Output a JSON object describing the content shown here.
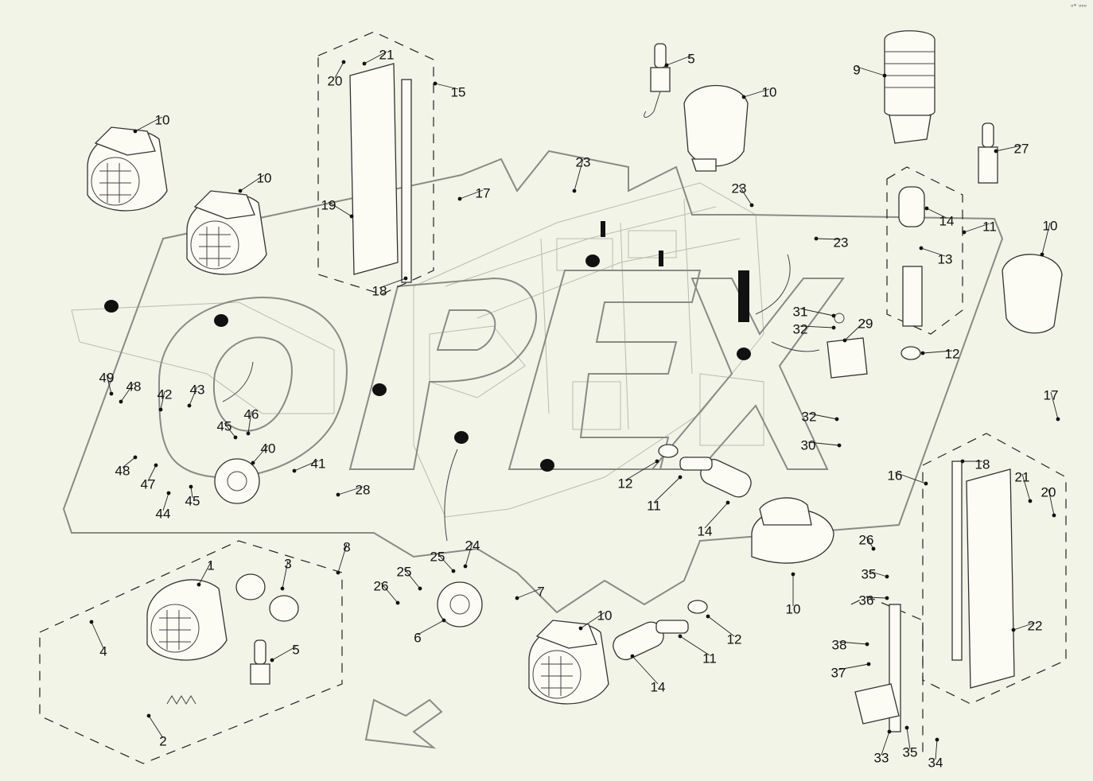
{
  "corner_mark": "ᵒ° ᵒᵒᵒ",
  "watermark": "OPEX",
  "callouts": [
    {
      "n": "1",
      "t": "1"
    },
    {
      "n": "2",
      "t": "2"
    },
    {
      "n": "3",
      "t": "3"
    },
    {
      "n": "4",
      "t": "4"
    },
    {
      "n": "5a",
      "t": "5"
    },
    {
      "n": "5b",
      "t": "5"
    },
    {
      "n": "6",
      "t": "6"
    },
    {
      "n": "7",
      "t": "7"
    },
    {
      "n": "8",
      "t": "8"
    },
    {
      "n": "9",
      "t": "9"
    },
    {
      "n": "10a",
      "t": "10"
    },
    {
      "n": "10b",
      "t": "10"
    },
    {
      "n": "10c",
      "t": "10"
    },
    {
      "n": "10d",
      "t": "10"
    },
    {
      "n": "10e",
      "t": "10"
    },
    {
      "n": "10f",
      "t": "10"
    },
    {
      "n": "11a",
      "t": "11"
    },
    {
      "n": "11b",
      "t": "11"
    },
    {
      "n": "11c",
      "t": "11"
    },
    {
      "n": "12a",
      "t": "12"
    },
    {
      "n": "12b",
      "t": "12"
    },
    {
      "n": "12c",
      "t": "12"
    },
    {
      "n": "13",
      "t": "13"
    },
    {
      "n": "14a",
      "t": "14"
    },
    {
      "n": "14b",
      "t": "14"
    },
    {
      "n": "14c",
      "t": "14"
    },
    {
      "n": "15",
      "t": "15"
    },
    {
      "n": "16",
      "t": "16"
    },
    {
      "n": "17a",
      "t": "17"
    },
    {
      "n": "17b",
      "t": "17"
    },
    {
      "n": "18a",
      "t": "18"
    },
    {
      "n": "18b",
      "t": "18"
    },
    {
      "n": "19",
      "t": "19"
    },
    {
      "n": "20a",
      "t": "20"
    },
    {
      "n": "20b",
      "t": "20"
    },
    {
      "n": "21a",
      "t": "21"
    },
    {
      "n": "21b",
      "t": "21"
    },
    {
      "n": "22",
      "t": "22"
    },
    {
      "n": "23a",
      "t": "23"
    },
    {
      "n": "23b",
      "t": "23"
    },
    {
      "n": "23c",
      "t": "23"
    },
    {
      "n": "24",
      "t": "24"
    },
    {
      "n": "25a",
      "t": "25"
    },
    {
      "n": "25b",
      "t": "25"
    },
    {
      "n": "26a",
      "t": "26"
    },
    {
      "n": "26b",
      "t": "26"
    },
    {
      "n": "27",
      "t": "27"
    },
    {
      "n": "28",
      "t": "28"
    },
    {
      "n": "29",
      "t": "29"
    },
    {
      "n": "30",
      "t": "30"
    },
    {
      "n": "31",
      "t": "31"
    },
    {
      "n": "32a",
      "t": "32"
    },
    {
      "n": "32b",
      "t": "32"
    },
    {
      "n": "33",
      "t": "33"
    },
    {
      "n": "34",
      "t": "34"
    },
    {
      "n": "35a",
      "t": "35"
    },
    {
      "n": "35b",
      "t": "35"
    },
    {
      "n": "36",
      "t": "36"
    },
    {
      "n": "37",
      "t": "37"
    },
    {
      "n": "38",
      "t": "38"
    },
    {
      "n": "40",
      "t": "40"
    },
    {
      "n": "41",
      "t": "41"
    },
    {
      "n": "42",
      "t": "42"
    },
    {
      "n": "43",
      "t": "43"
    },
    {
      "n": "44",
      "t": "44"
    },
    {
      "n": "45a",
      "t": "45"
    },
    {
      "n": "45b",
      "t": "45"
    },
    {
      "n": "46",
      "t": "46"
    },
    {
      "n": "47",
      "t": "47"
    },
    {
      "n": "48a",
      "t": "48"
    },
    {
      "n": "48b",
      "t": "48"
    },
    {
      "n": "49",
      "t": "49"
    }
  ]
}
